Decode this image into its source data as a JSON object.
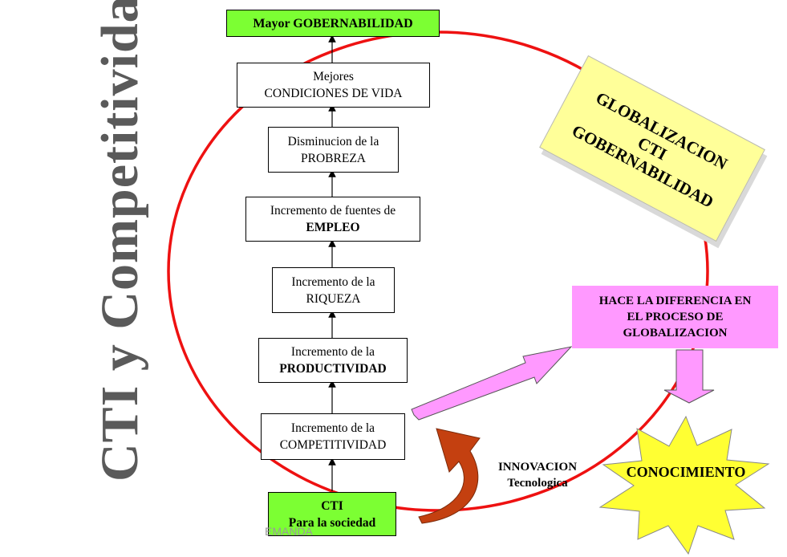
{
  "vertical_title": "CTI y Competitividad",
  "flow_boxes": {
    "top": "Mayor  GOBERNABILIDAD",
    "condiciones": {
      "line1": "Mejores",
      "line2": "CONDICIONES DE VIDA"
    },
    "pobreza": {
      "line1": "Disminucion  de la",
      "line2": "PROBREZA"
    },
    "empleo": {
      "line1": "Incremento  de fuentes de",
      "line2": "EMPLEO"
    },
    "riqueza": {
      "line1": "Incremento  de la",
      "line2": "RIQUEZA"
    },
    "productividad": {
      "line1": "Incremento de la",
      "line2": "PRODUCTIVIDAD"
    },
    "competitividad": {
      "line1": "Incremento de la",
      "line2": "COMPETITIVIDAD"
    },
    "cti": {
      "line1": "CTI",
      "line2": "Para la sociedad"
    }
  },
  "globalizacion_note": {
    "line1": "GLOBALIZACION",
    "line2": "CTI",
    "line3": "GOBERNABILIDAD"
  },
  "diferencia_box": {
    "line1": "HACE LA DIFERENCIA EN",
    "line2": "EL PROCESO DE",
    "line3": "GLOBALIZACION"
  },
  "innovacion": {
    "line1": "INNOVACION",
    "line2": "Tecnologica"
  },
  "conocimiento": "CONOCIMIENTO",
  "footer_fragment": "EMANDA",
  "colors": {
    "circle": "#ee1111",
    "green_box": "#7cff33",
    "pink_box": "#ff99ff",
    "note_yellow": "#ffff99",
    "star_yellow": "#ffff33",
    "curved_arrow": "#c44010",
    "title_gray": "#5a5a5a"
  }
}
